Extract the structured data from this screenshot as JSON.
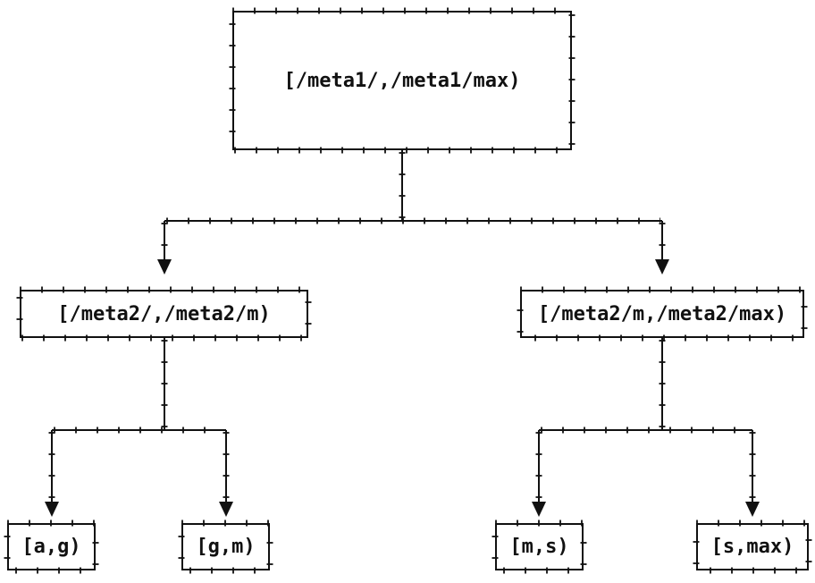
{
  "diagram": {
    "kind": "binary interval partition tree",
    "direction": "top-down",
    "colors": {
      "background": "#ffffff",
      "line": "#111111",
      "box_border": "#111111",
      "text": "#111111"
    },
    "tree": {
      "root": {
        "label": "[/meta1/,/meta1/max)",
        "children": [
          {
            "label": "[/meta2/,/meta2/m)",
            "children": [
              {
                "label": "[a,g)"
              },
              {
                "label": "[g,m)"
              }
            ]
          },
          {
            "label": "[/meta2/m,/meta2/max)",
            "children": [
              {
                "label": "[m,s)"
              },
              {
                "label": "[s,max)"
              }
            ]
          }
        ]
      }
    }
  }
}
